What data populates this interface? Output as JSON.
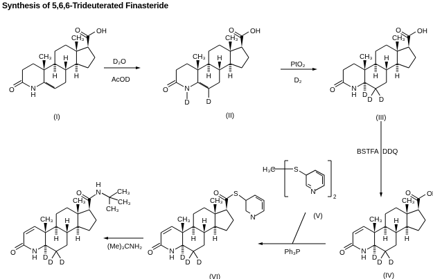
{
  "title": "Synthesis of 5,6,6-Trideuterated Finasteride",
  "atoms": {
    "O": "O",
    "OH": "OH",
    "N": "N",
    "H": "H",
    "D": "D",
    "CH3": "CH₃",
    "S": "S",
    "H3C": "H₃C"
  },
  "compounds": {
    "I": "(I)",
    "II": "(II)",
    "III": "(III)",
    "IV": "(IV)",
    "V": "(V)",
    "VI": "(VI)"
  },
  "reagents": {
    "step1_top": "D₂O",
    "step1_bottom": "AcOD",
    "step2_top": "PtO₂",
    "step2_bottom": "D₂",
    "step3_left": "BSTFA",
    "step3_right": "DDQ",
    "step4": "Ph₃P",
    "step5": "(Me)₃CNH₂",
    "dimer_subscript": "2"
  }
}
